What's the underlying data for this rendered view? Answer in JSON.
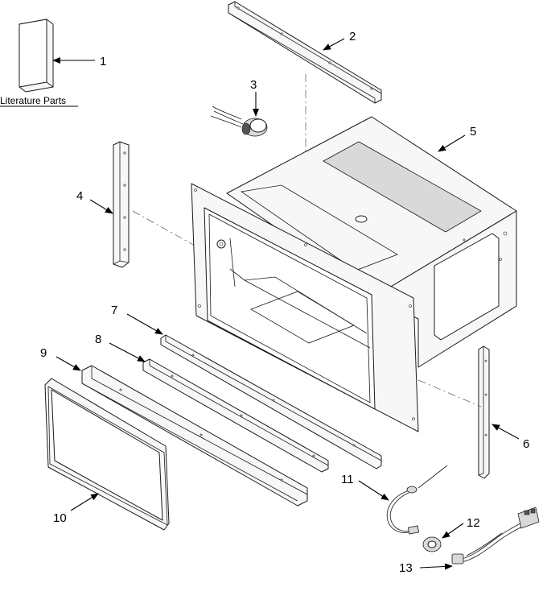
{
  "literature_label": "Literature Parts",
  "callouts": {
    "c1": "1",
    "c2": "2",
    "c3": "3",
    "c4": "4",
    "c5": "5",
    "c6": "6",
    "c7": "7",
    "c8": "8",
    "c9": "9",
    "c10": "10",
    "c11": "11",
    "c12": "12",
    "c13": "13"
  },
  "colors": {
    "line": "#1a1a1a",
    "fill": "#f7f7f7",
    "background": "#ffffff"
  }
}
